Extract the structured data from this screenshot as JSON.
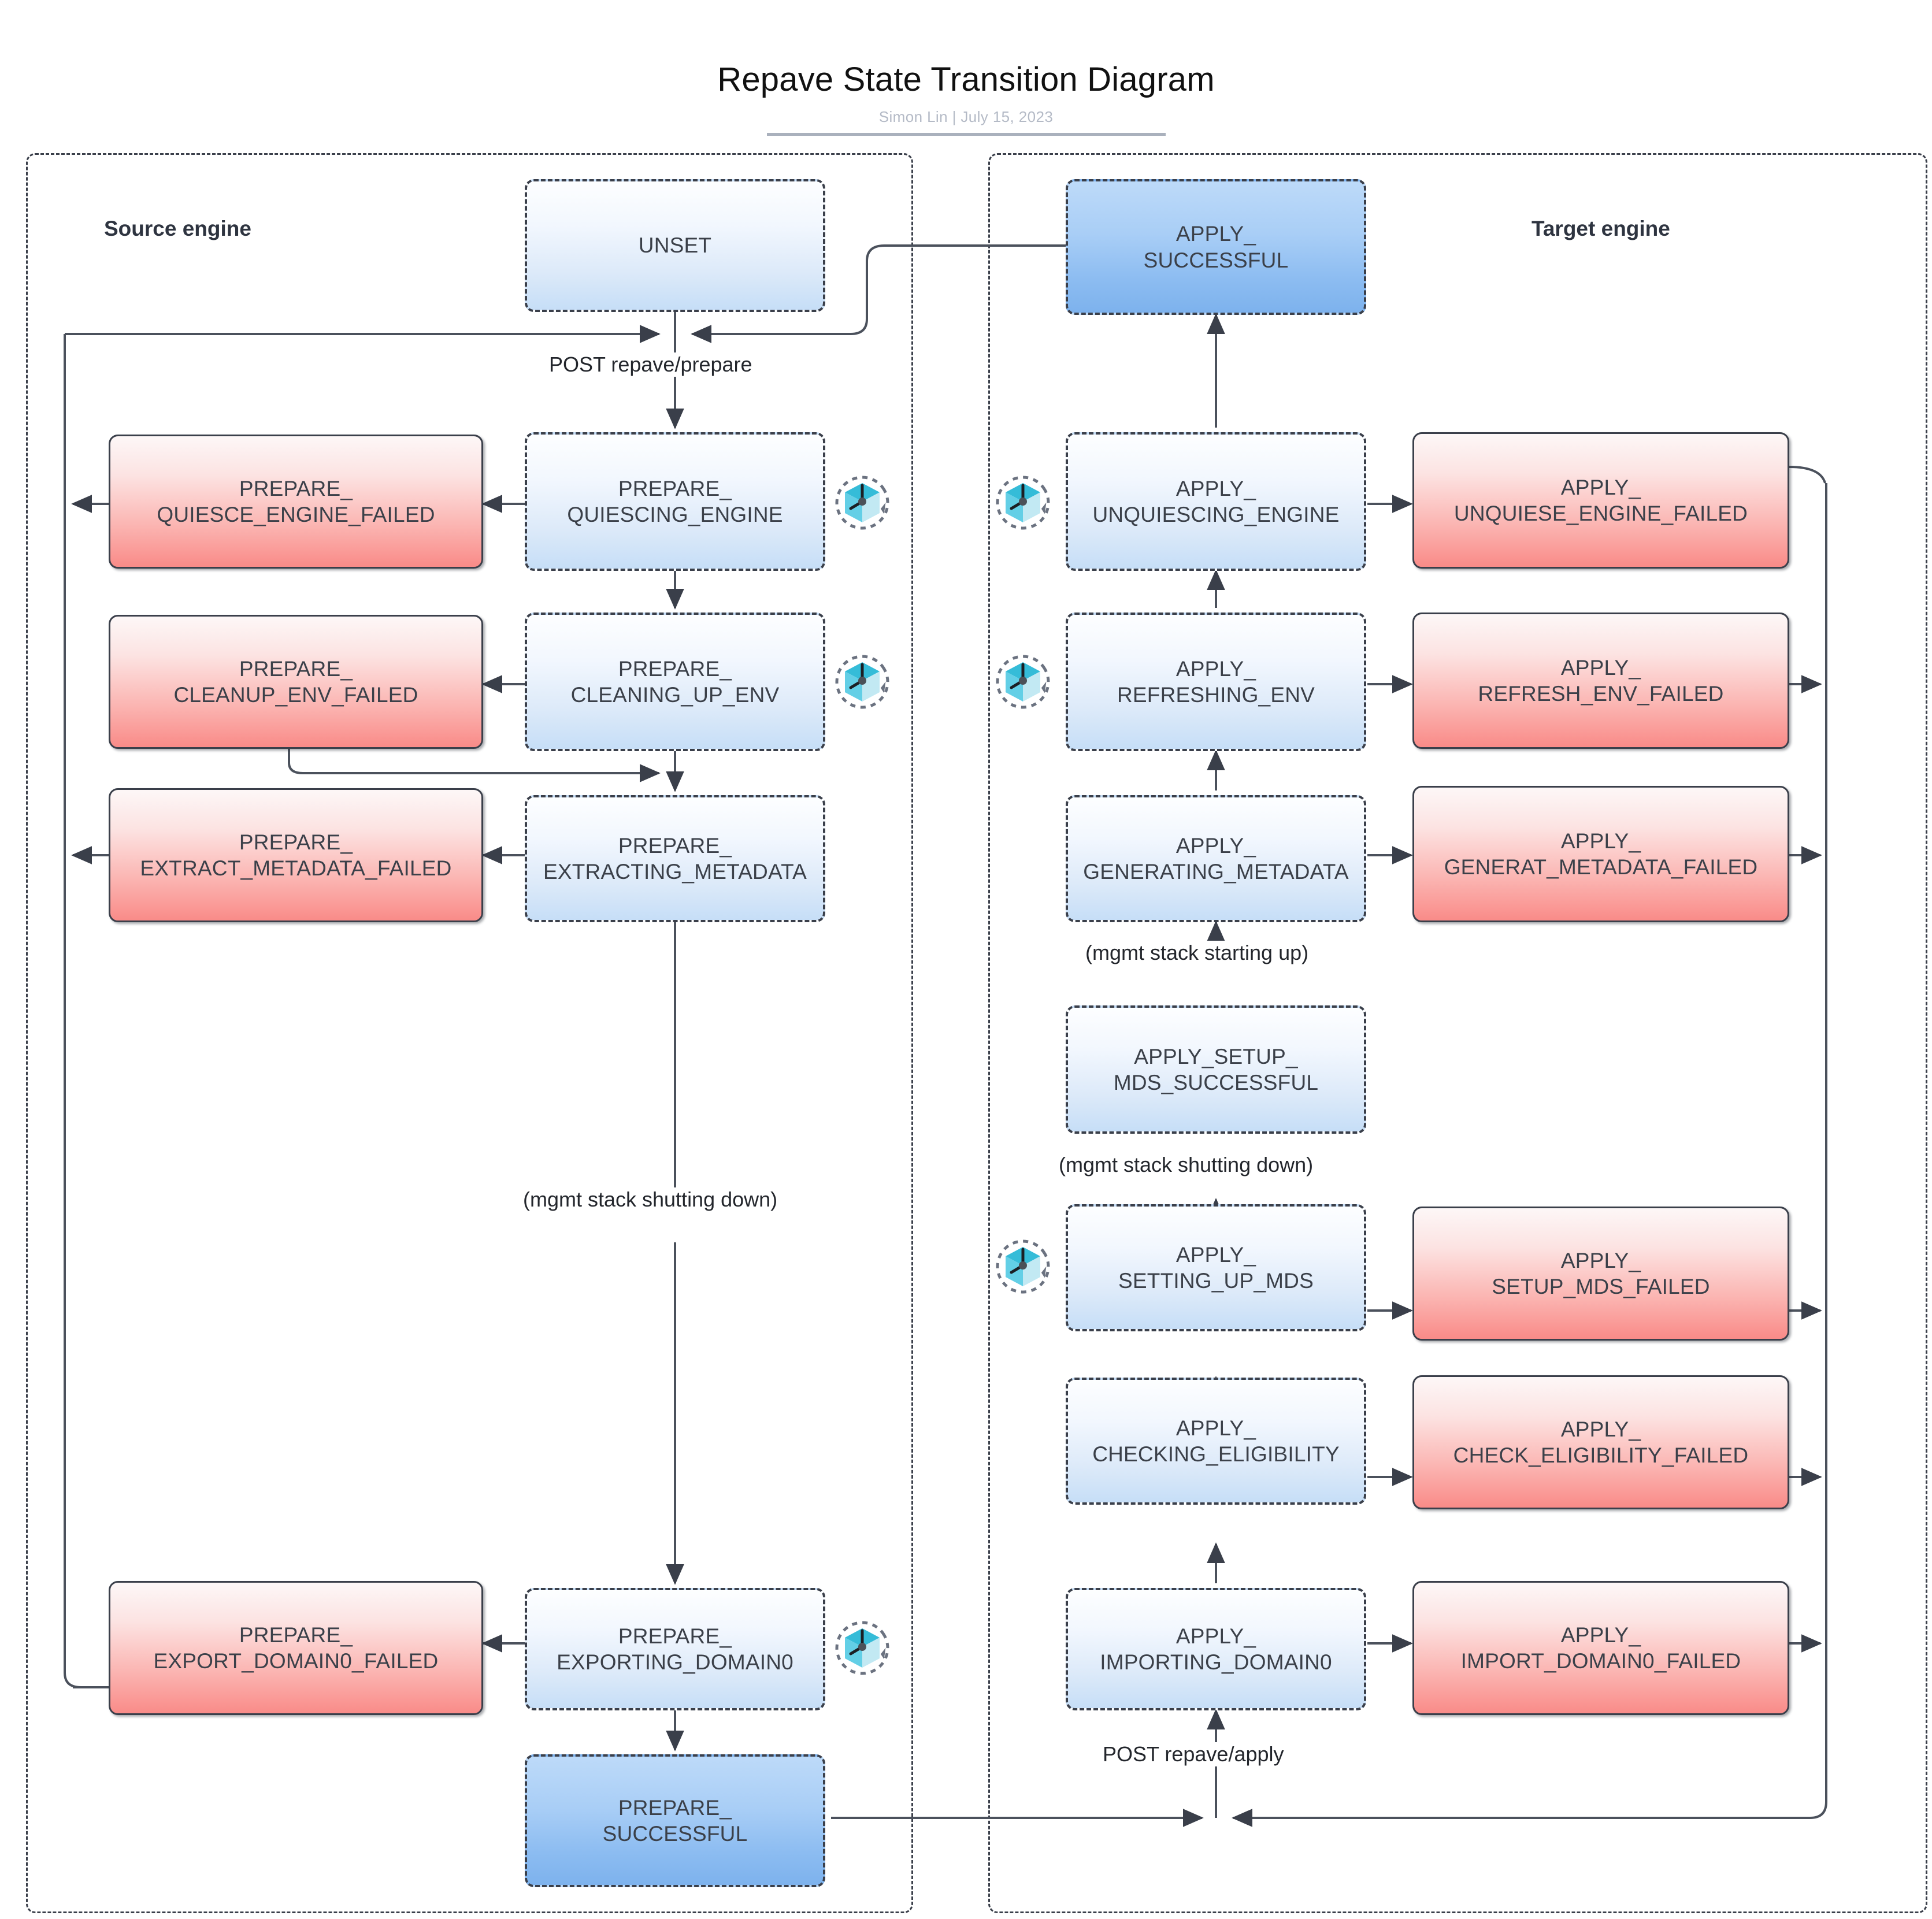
{
  "header": {
    "title": "Repave State Transition Diagram",
    "author": "Simon Lin",
    "separator": "|",
    "date": "July 15, 2023",
    "byline": "Simon Lin  |  July 15, 2023"
  },
  "lanes": {
    "source": {
      "title": "Source engine"
    },
    "target": {
      "title": "Target engine"
    }
  },
  "edge_labels": {
    "post_prepare": "POST repave/prepare",
    "post_apply": "POST repave/apply",
    "mgmt_shutting_down_source": "(mgmt stack shutting down)",
    "mgmt_starting_up": "(mgmt stack starting up)",
    "mgmt_shutting_down_target": "(mgmt stack shutting down)"
  },
  "nodes": {
    "source": [
      {
        "id": "unset",
        "label": "UNSET",
        "kind": "terminal-pale",
        "clock": false
      },
      {
        "id": "prepare_quiescing_engine",
        "label": "PREPARE_\nQUIESCING_ENGINE",
        "kind": "active",
        "clock": true
      },
      {
        "id": "prepare_quiesce_engine_failed",
        "label": "PREPARE_\nQUIESCE_ENGINE_FAILED",
        "kind": "failed",
        "clock": false
      },
      {
        "id": "prepare_cleaning_up_env",
        "label": "PREPARE_\nCLEANING_UP_ENV",
        "kind": "active",
        "clock": true
      },
      {
        "id": "prepare_cleanup_env_failed",
        "label": "PREPARE_\nCLEANUP_ENV_FAILED",
        "kind": "failed",
        "clock": false
      },
      {
        "id": "prepare_extracting_metadata",
        "label": "PREPARE_\nEXTRACTING_METADATA",
        "kind": "active",
        "clock": false
      },
      {
        "id": "prepare_extract_metadata_failed",
        "label": "PREPARE_\nEXTRACT_METADATA_FAILED",
        "kind": "failed",
        "clock": false
      },
      {
        "id": "prepare_exporting_domain0",
        "label": "PREPARE_\nEXPORTING_DOMAIN0",
        "kind": "active",
        "clock": true
      },
      {
        "id": "prepare_export_domain0_failed",
        "label": "PREPARE_\nEXPORT_DOMAIN0_FAILED",
        "kind": "failed",
        "clock": false
      },
      {
        "id": "prepare_successful",
        "label": "PREPARE_\nSUCCESSFUL",
        "kind": "terminal-blue",
        "clock": false
      }
    ],
    "target": [
      {
        "id": "apply_successful",
        "label": "APPLY_\nSUCCESSFUL",
        "kind": "terminal-blue",
        "clock": false
      },
      {
        "id": "apply_unquiescing_engine",
        "label": "APPLY_\nUNQUIESCING_ENGINE",
        "kind": "active",
        "clock": true
      },
      {
        "id": "apply_unquiese_engine_failed",
        "label": "APPLY_\nUNQUIESE_ENGINE_FAILED",
        "kind": "failed",
        "clock": false
      },
      {
        "id": "apply_refreshing_env",
        "label": "APPLY_\nREFRESHING_ENV",
        "kind": "active",
        "clock": true
      },
      {
        "id": "apply_refresh_env_failed",
        "label": "APPLY_\nREFRESH_ENV_FAILED",
        "kind": "failed",
        "clock": false
      },
      {
        "id": "apply_generating_metadata",
        "label": "APPLY_\nGENERATING_METADATA",
        "kind": "active",
        "clock": false
      },
      {
        "id": "apply_generat_metadata_failed",
        "label": "APPLY_\nGENERAT_METADATA_FAILED",
        "kind": "failed",
        "clock": false
      },
      {
        "id": "apply_setup_mds_successful",
        "label": "APPLY_SETUP_\nMDS_SUCCESSFUL",
        "kind": "terminal-pale",
        "clock": false
      },
      {
        "id": "apply_setting_up_mds",
        "label": "APPLY_\nSETTING_UP_MDS",
        "kind": "active",
        "clock": true
      },
      {
        "id": "apply_setup_mds_failed",
        "label": "APPLY_\nSETUP_MDS_FAILED",
        "kind": "failed",
        "clock": false
      },
      {
        "id": "apply_checking_eligibility",
        "label": "APPLY_\nCHECKING_ELIGIBILITY",
        "kind": "active",
        "clock": false
      },
      {
        "id": "apply_check_eligibility_failed",
        "label": "APPLY_\nCHECK_ELIGIBILITY_FAILED",
        "kind": "failed",
        "clock": false
      },
      {
        "id": "apply_importing_domain0",
        "label": "APPLY_\nIMPORTING_DOMAIN0",
        "kind": "active",
        "clock": false
      },
      {
        "id": "apply_import_domain0_failed",
        "label": "APPLY_\nIMPORT_DOMAIN0_FAILED",
        "kind": "failed",
        "clock": false
      }
    ]
  },
  "icons": {
    "retry_clock": "cube-clock-retry-icon"
  },
  "colors": {
    "stroke": "#3a3f4a",
    "active_fill_top": "#fdfeff",
    "active_fill_bottom": "#c6def7",
    "terminal_blue_top": "#bddaf9",
    "terminal_blue_bottom": "#7db2ed",
    "failed_fill_top": "#fdf7f7",
    "failed_fill_bottom": "#f98b88",
    "icon_cube": "#4ec3e0",
    "byline": "#b4bac6"
  }
}
